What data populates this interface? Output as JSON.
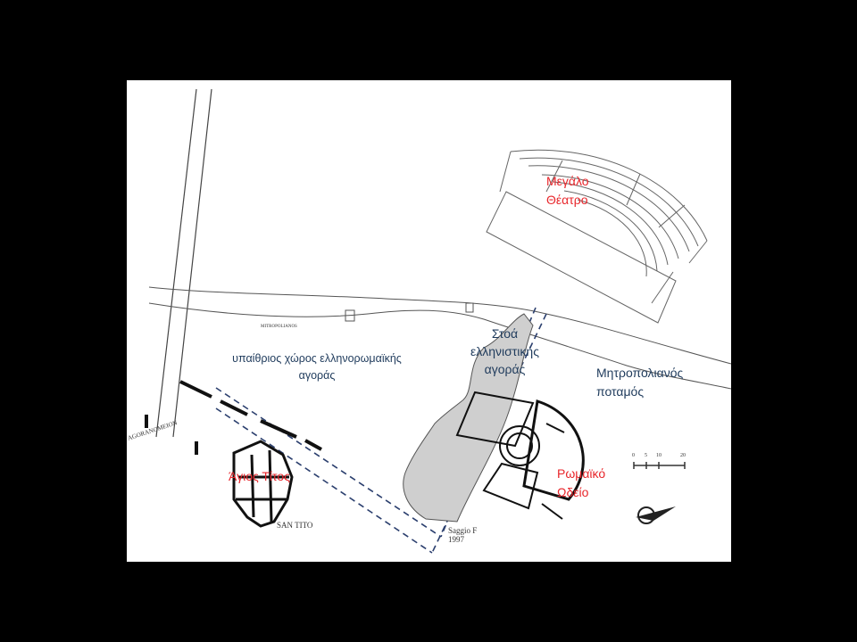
{
  "labels": {
    "great_theatre": [
      "Μεγάλο",
      "Θέατρο"
    ],
    "stoa": [
      "Στοά",
      "ελληνιστικής",
      "αγοράς"
    ],
    "open_area": [
      "υπαίθριος χώρος ελληνορωμαϊκής",
      "αγοράς"
    ],
    "river": [
      "Μητροπολιανός",
      "ποταμός"
    ],
    "roman_odeon": [
      "Ρωμαϊκό",
      "Ωδείο"
    ],
    "agios_titos": "Άγιος Τίτος"
  },
  "printed_labels": {
    "agoranomeion": "AGORANOMEION",
    "san_tito": "SAN TITO",
    "saggio": [
      "Saggio F",
      "1997"
    ],
    "metropolianos": "MITROPOLIANOS"
  },
  "scale_bar": {
    "ticks": [
      "0",
      "5",
      "10",
      "20"
    ]
  },
  "colors": {
    "background": "#000000",
    "panel": "#ffffff",
    "red_label": "#e8262b",
    "navy_label": "#1f3b5c",
    "line": "#333333",
    "dashed_line": "#2b3f6e"
  },
  "icons": [
    "north-arrow-icon"
  ]
}
